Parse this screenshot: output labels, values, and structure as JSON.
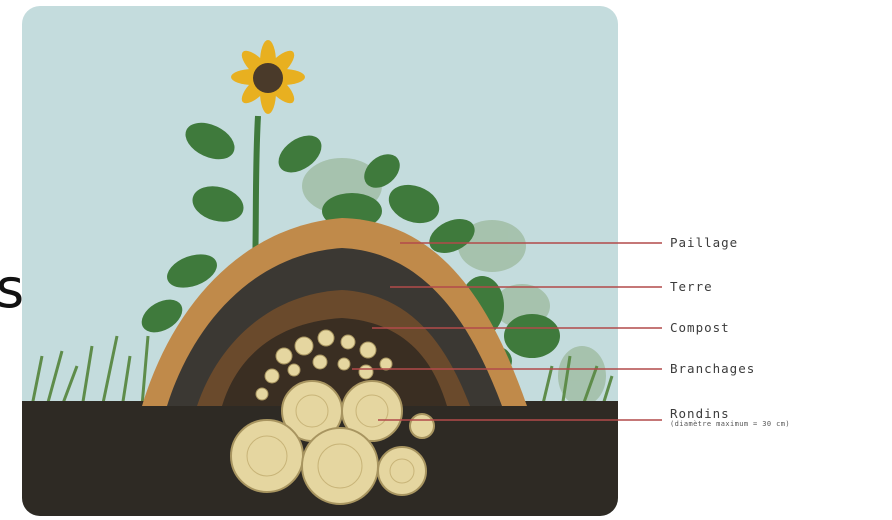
{
  "stray_char": "s",
  "colors": {
    "sky": "#c4dcdd",
    "soil": "#2e2a24",
    "mulch": "#c08a4a",
    "earth": "#3b3833",
    "compost": "#6a4a2c",
    "wood": "#e5d6a0",
    "leader_line": "#b24a4a",
    "leaf": "#3f7a3c"
  },
  "layers": [
    {
      "id": "paillage",
      "label": "Paillage"
    },
    {
      "id": "terre",
      "label": "Terre"
    },
    {
      "id": "compost",
      "label": "Compost"
    },
    {
      "id": "branchages",
      "label": "Branchages"
    },
    {
      "id": "rondins",
      "label": "Rondins",
      "note": "(diamètre maximum = 30 cm)"
    }
  ]
}
